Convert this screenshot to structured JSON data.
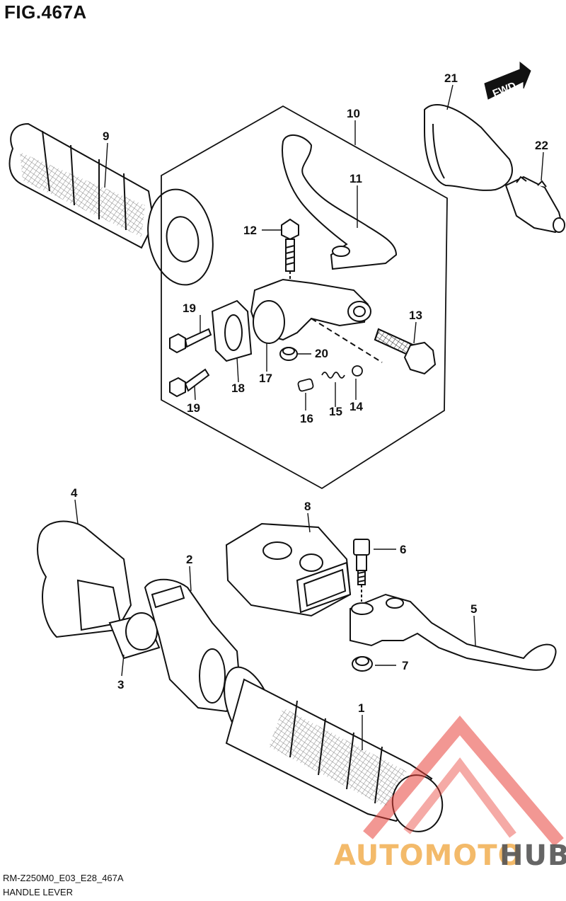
{
  "figure": {
    "title": "FIG.467A"
  },
  "arrow": {
    "label": "FWD"
  },
  "parts": {
    "p1": "1",
    "p2": "2",
    "p3": "3",
    "p4": "4",
    "p5": "5",
    "p6": "6",
    "p7": "7",
    "p8": "8",
    "p9": "9",
    "p10": "10",
    "p11": "11",
    "p12": "12",
    "p13": "13",
    "p14": "14",
    "p15": "15",
    "p16": "16",
    "p17": "17",
    "p18": "18",
    "p19a": "19",
    "p19b": "19",
    "p20": "20",
    "p21": "21",
    "p22": "22"
  },
  "footer": {
    "code": "RM-Z250M0_E03_E28_467A",
    "name": "HANDLE LEVER"
  },
  "watermark": {
    "text_a": "AUTOMOTO",
    "text_b": "HUB"
  },
  "colors": {
    "line": "#111111",
    "watermark_red": "#e8423a",
    "watermark_orange": "#f2b35a",
    "watermark_gray": "#555555"
  }
}
